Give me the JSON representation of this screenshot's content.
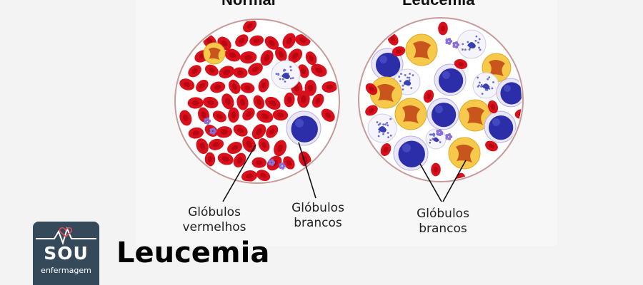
{
  "headings": {
    "left": "Normal",
    "right": "Leucemia"
  },
  "labels": {
    "red_cells_line1": "Glóbulos",
    "red_cells_line2": "vermelhos",
    "white_cells_left_line1": "Glóbulos",
    "white_cells_left_line2": "brancos",
    "white_cells_right_line1": "Glóbulos",
    "white_cells_right_line2": "brancos"
  },
  "logo": {
    "main": "SOU",
    "sub": "enfermagem"
  },
  "title": "Leucemia",
  "colors": {
    "red_cell": "#d8101c",
    "white_cell_blue": "#2b2ea8",
    "white_cell_orange": "#c8561c",
    "platelet": "#8a6fd8",
    "logo_bg": "#34495a",
    "circle_border": "#c89a9a"
  }
}
